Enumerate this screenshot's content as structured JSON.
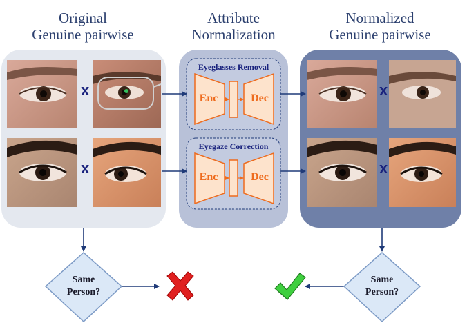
{
  "titles": {
    "original_line1": "Original",
    "original_line2": "Genuine pairwise",
    "attribute_line1": "Attribute",
    "attribute_line2": "Normalization",
    "normalized_line1": "Normalized",
    "normalized_line2": "Genuine pairwise"
  },
  "normalization": {
    "eyeglasses_title": "Eyeglasses Removal",
    "eyegaze_title": "Eyegaze Correction",
    "encoder_label": "Enc",
    "decoder_label": "Dec"
  },
  "pair_symbol": "x",
  "decisions": {
    "left_question": "Same Person?",
    "right_question": "Same Person?",
    "left_result": "reject-cross-icon",
    "right_result": "accept-check-icon"
  },
  "colors": {
    "original_panel": "#e4e8ef",
    "normalization_panel": "#b8c1d8",
    "normalized_panel": "#6f80a8",
    "arrow": "#1f3a78",
    "encoder_fill": "#fde3cc",
    "encoder_stroke": "#ee6b1d",
    "diamond_fill": "#dbe8f7",
    "diamond_stroke": "#7d9bc6",
    "cross": "#e02020",
    "check": "#3fcf3f"
  }
}
